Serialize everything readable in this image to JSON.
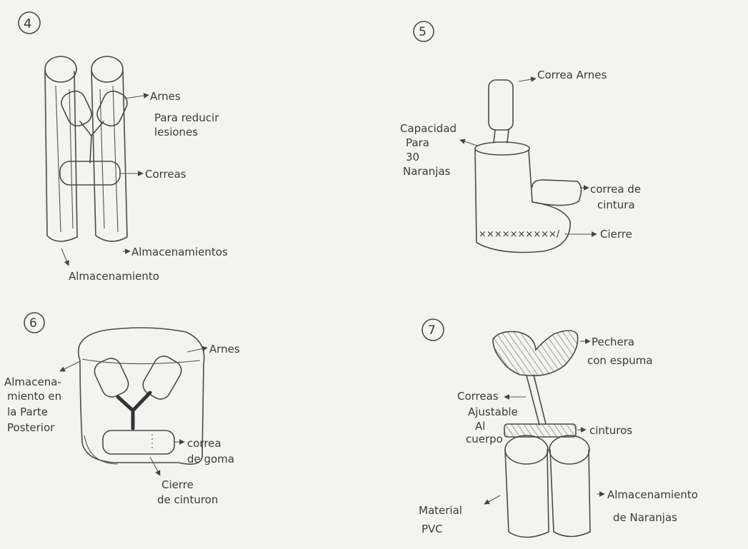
{
  "sketch4": {
    "number": "4",
    "labels": {
      "arnes": "Arnes",
      "arnes_desc_1": "Para reducir",
      "arnes_desc_2": "lesiones",
      "correas": "Correas",
      "almacenamientos": "Almacenamientos",
      "almacenamiento": "Almacenamiento"
    }
  },
  "sketch5": {
    "number": "5",
    "labels": {
      "correa_arnes": "Correa Arnes",
      "capacidad_1": "Capacidad",
      "capacidad_2": "Para",
      "capacidad_3": "30",
      "capacidad_4": "Naranjas",
      "correa_cintura_1": "correa de",
      "correa_cintura_2": "cintura",
      "cierre": "Cierre",
      "stitches": "××××××××××/"
    }
  },
  "sketch6": {
    "number": "6",
    "labels": {
      "arnes": "Arnes",
      "almac_1": "Almacena-",
      "almac_2": "miento en",
      "almac_3": "la Parte",
      "almac_4": "Posterior",
      "correa_1": "correa",
      "correa_2": "de goma",
      "cierre_1": "Cierre",
      "cierre_2": "de cinturon"
    }
  },
  "sketch7": {
    "number": "7",
    "labels": {
      "pechera_1": "Pechera",
      "pechera_2": "con espuma",
      "correas_1": "Correas",
      "correas_2": "Ajustable",
      "correas_3": "Al",
      "correas_4": "cuerpo",
      "cinturon": "cinturos",
      "material_1": "Material",
      "material_2": "PVC",
      "almac_1": "Almacenamiento",
      "almac_2": "de Naranjas"
    }
  }
}
